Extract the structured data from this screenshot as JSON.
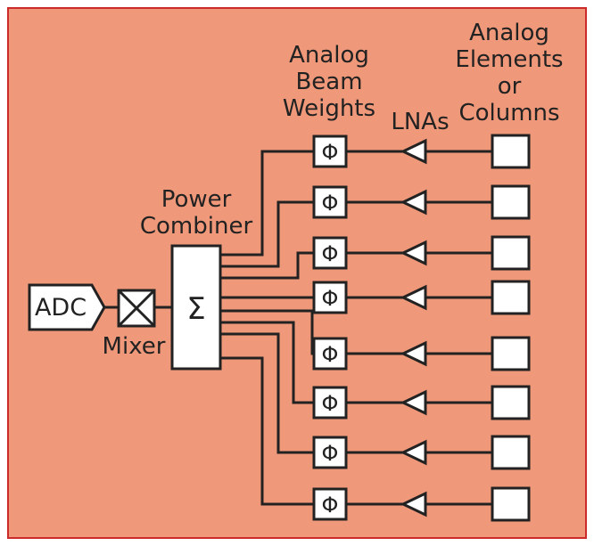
{
  "colors": {
    "background": "#f0997a",
    "border": "#cc2b2b",
    "stroke": "#222222",
    "block_fill": "#ffffff"
  },
  "icons": {
    "phase_shifter": "phase-shifter-icon",
    "lna": "triangle-amplifier-icon",
    "mixer": "crossed-box-mixer-icon",
    "adc": "pentagon-adc-icon",
    "element": "square-antenna-element-icon"
  },
  "labels": {
    "adc": "ADC",
    "mixer": "Mixer",
    "combiner_symbol": "Σ",
    "power_combiner": [
      "Power",
      "Combiner"
    ],
    "beam_weights": [
      "Analog",
      "Beam",
      "Weights"
    ],
    "lnas": "LNAs",
    "elements": [
      "Analog",
      "Elements",
      "or",
      "Columns"
    ]
  },
  "channels": [
    {
      "phase_label": "Φ"
    },
    {
      "phase_label": "Φ"
    },
    {
      "phase_label": "Φ"
    },
    {
      "phase_label": "Φ"
    },
    {
      "phase_label": "Φ"
    },
    {
      "phase_label": "Φ"
    },
    {
      "phase_label": "Φ"
    },
    {
      "phase_label": "Φ"
    }
  ]
}
